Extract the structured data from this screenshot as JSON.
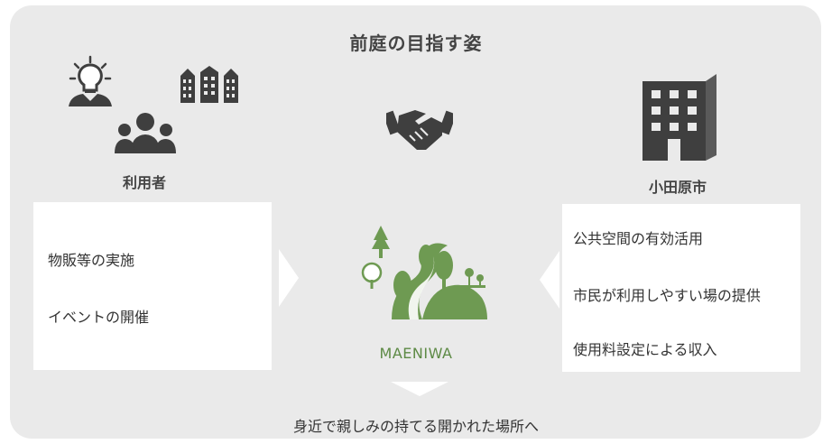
{
  "title": "前庭の目指す姿",
  "left": {
    "label": "利用者",
    "items": [
      "物販等の実施",
      "イベントの開催"
    ]
  },
  "right": {
    "label": "小田原市",
    "items": [
      "公共空間の有効活用",
      "市民が利用しやすい場の提供",
      "使用料設定による収入"
    ]
  },
  "center": {
    "brand": "MAENIWA"
  },
  "footer": "身近で親しみの持てる開かれた場所へ",
  "colors": {
    "panel": "#eaeaea",
    "icon_dark": "#3f3f3f",
    "green": "#6e9a52",
    "green_light": "#a6c78e",
    "arrow": "#ffffff"
  },
  "icons": [
    "idea-person-icon",
    "buildings-icon",
    "people-group-icon",
    "handshake-icon",
    "office-building-icon",
    "park-icon"
  ]
}
